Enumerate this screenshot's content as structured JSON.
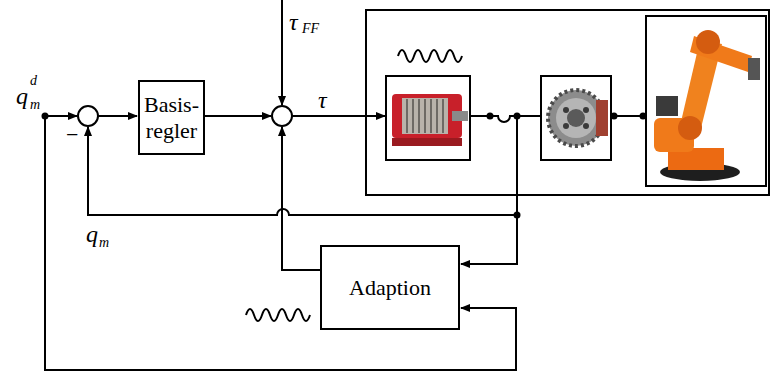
{
  "diagram": {
    "nodes": [
      {
        "text": [
          "Basis- regler"
        ]
      },
      {
        "text": [
          "Adaption"
        ]
      }
    ],
    "labels": [
      "q",
      "d",
      "m",
      "τ",
      "FF",
      "τ",
      "−",
      "q",
      "m"
    ]
  }
}
